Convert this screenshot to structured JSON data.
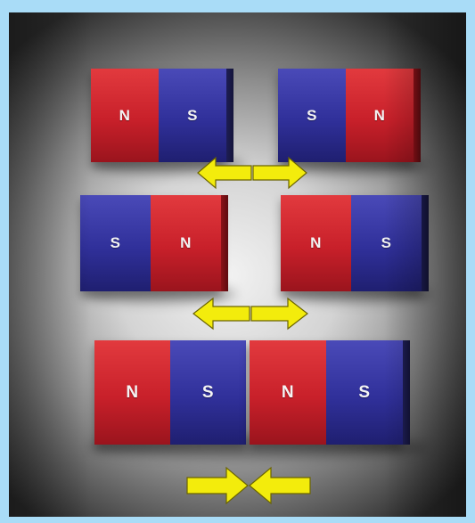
{
  "colors": {
    "north": "#c8202a",
    "south": "#30309a",
    "arrow": "#f3ec0c",
    "frame_border": "#a9dcf7"
  },
  "rows": [
    {
      "left_magnet": [
        "N",
        "S"
      ],
      "right_magnet": [
        "S",
        "N"
      ],
      "arrows": "apart"
    },
    {
      "left_magnet": [
        "S",
        "N"
      ],
      "right_magnet": [
        "N",
        "S"
      ],
      "arrows": "apart"
    },
    {
      "left_magnet": [
        "N",
        "S"
      ],
      "right_magnet": [
        "N",
        "S"
      ],
      "arrows": "together"
    }
  ]
}
